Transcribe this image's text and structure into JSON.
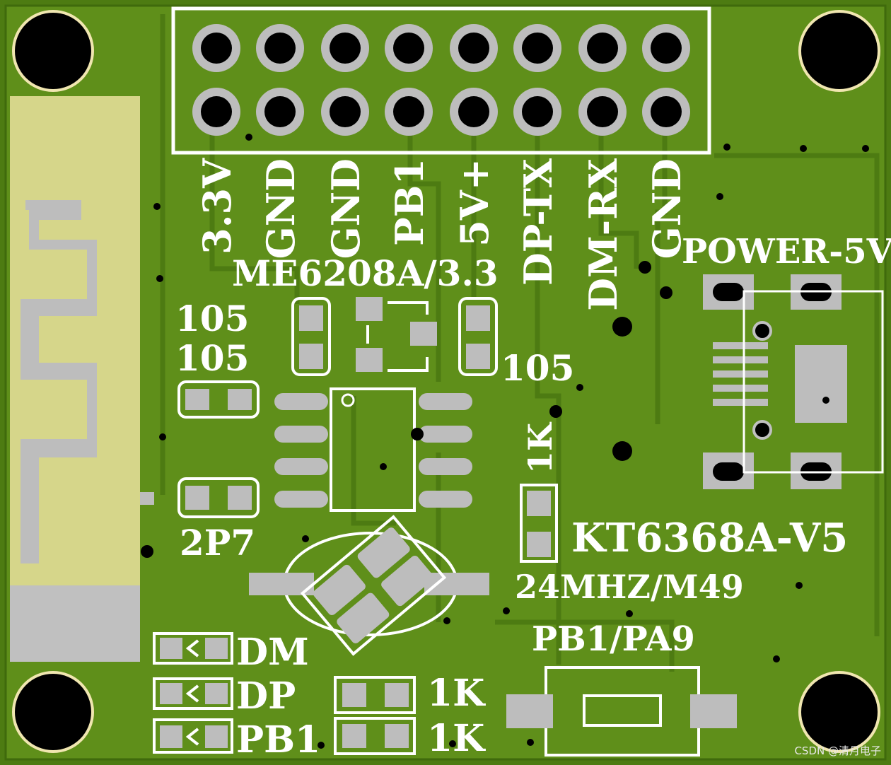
{
  "header": {
    "pins_top": [
      "3.3V",
      "GND",
      "GND",
      "PB1",
      "5V+",
      "DP-TX",
      "DM-RX",
      "GND"
    ]
  },
  "components": {
    "regulator": "ME6208A/3.3",
    "cap_a": "105",
    "cap_b": "105",
    "cap_c": "105",
    "cap_ant": "2P7",
    "res_1k_v": "1K",
    "chip": "KT6368A-V5",
    "crystal": "24MHZ/M49",
    "power": "POWER-5V",
    "button": "PB1/PA9",
    "led_dm": "DM",
    "led_dp": "DP",
    "led_pb1": "PB1",
    "res_1k_a": "1K",
    "res_1k_b": "1K"
  },
  "watermark": "CSDN @清月电子",
  "colors": {
    "board": "#5f8f1a",
    "copper": "#4d7b12",
    "silk": "#ffffff",
    "pad": "#bdbdbd",
    "antenna_area": "#d6d68a"
  }
}
